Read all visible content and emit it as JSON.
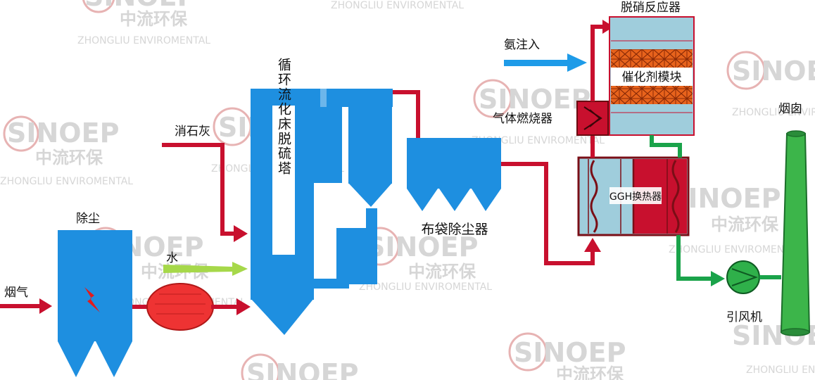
{
  "labels": {
    "flue_gas": "烟气",
    "dust_removal": "除尘",
    "water": "水",
    "slaked_lime": "消石灰",
    "cfb_tower": "循环流化床脱硫塔",
    "bag_filter": "布袋除尘器",
    "ammonia_injection": "氨注入",
    "gas_burner": "气体燃烧器",
    "denitration_reactor": "脱硝反应器",
    "catalyst_module": "催化剂模块",
    "ggh": "GGH换热器",
    "chimney": "烟囱",
    "induced_fan": "引风机"
  },
  "watermark": {
    "logo": "SINOEP",
    "cn": "中流环保",
    "en": "ZHONGLIU ENVIROMENTAL"
  },
  "colors": {
    "vessel_blue": "#1e8fe0",
    "flow_red": "#c8102e",
    "clean_green": "#1aa34a",
    "ammonia_blue": "#1e9be8",
    "water_green": "#a6d84a",
    "reactor_light": "#9fcddc",
    "catalyst_orange": "#e8631c",
    "chimney_green": "#3cb54a",
    "fan_green": "#2fb04a",
    "pump_red": "#ee3333"
  }
}
